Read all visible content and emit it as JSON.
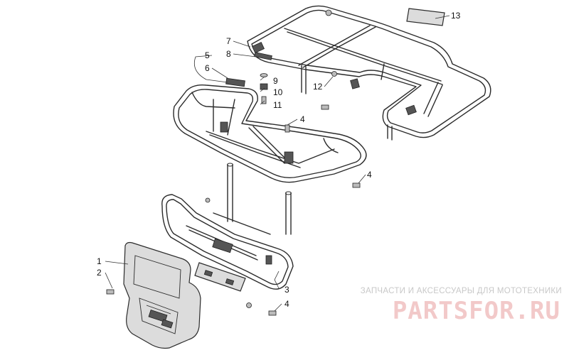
{
  "callouts": [
    "1",
    "2",
    "3",
    "4",
    "4",
    "4",
    "5",
    "6",
    "7",
    "8",
    "9",
    "10",
    "11",
    "12",
    "13"
  ],
  "watermark": {
    "caption": "ЗАПЧАСТИ И АКСЕССУАРЫ ДЛЯ МОТОТЕХНИКИ",
    "logo": "PARTSFOR.RU",
    "logo_color": "#f2c9c9",
    "caption_color": "#c8c8c8"
  }
}
